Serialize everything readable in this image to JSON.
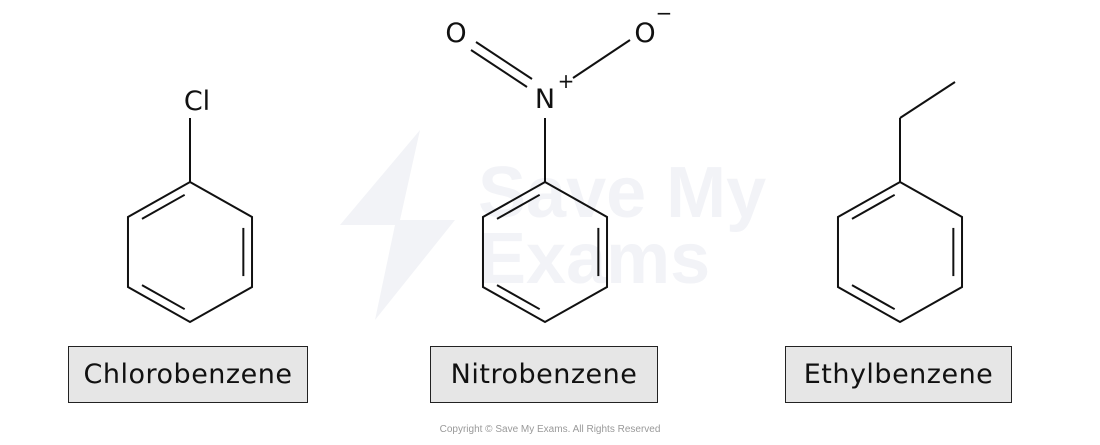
{
  "watermark": {
    "line1": "Save My",
    "line2": "Exams"
  },
  "molecules": [
    {
      "name": "Chlorobenzene",
      "substituent": "Cl"
    },
    {
      "name": "Nitrobenzene",
      "atoms": {
        "n": "N",
        "n_charge": "+",
        "o1": "O",
        "o2": "O",
        "o2_charge": "−"
      }
    },
    {
      "name": "Ethylbenzene"
    }
  ],
  "copyright": "Copyright © Save My Exams. All Rights Reserved",
  "colors": {
    "line": "#111111",
    "label_bg": "#e6e6e6",
    "watermark": "#f2f3f7"
  }
}
